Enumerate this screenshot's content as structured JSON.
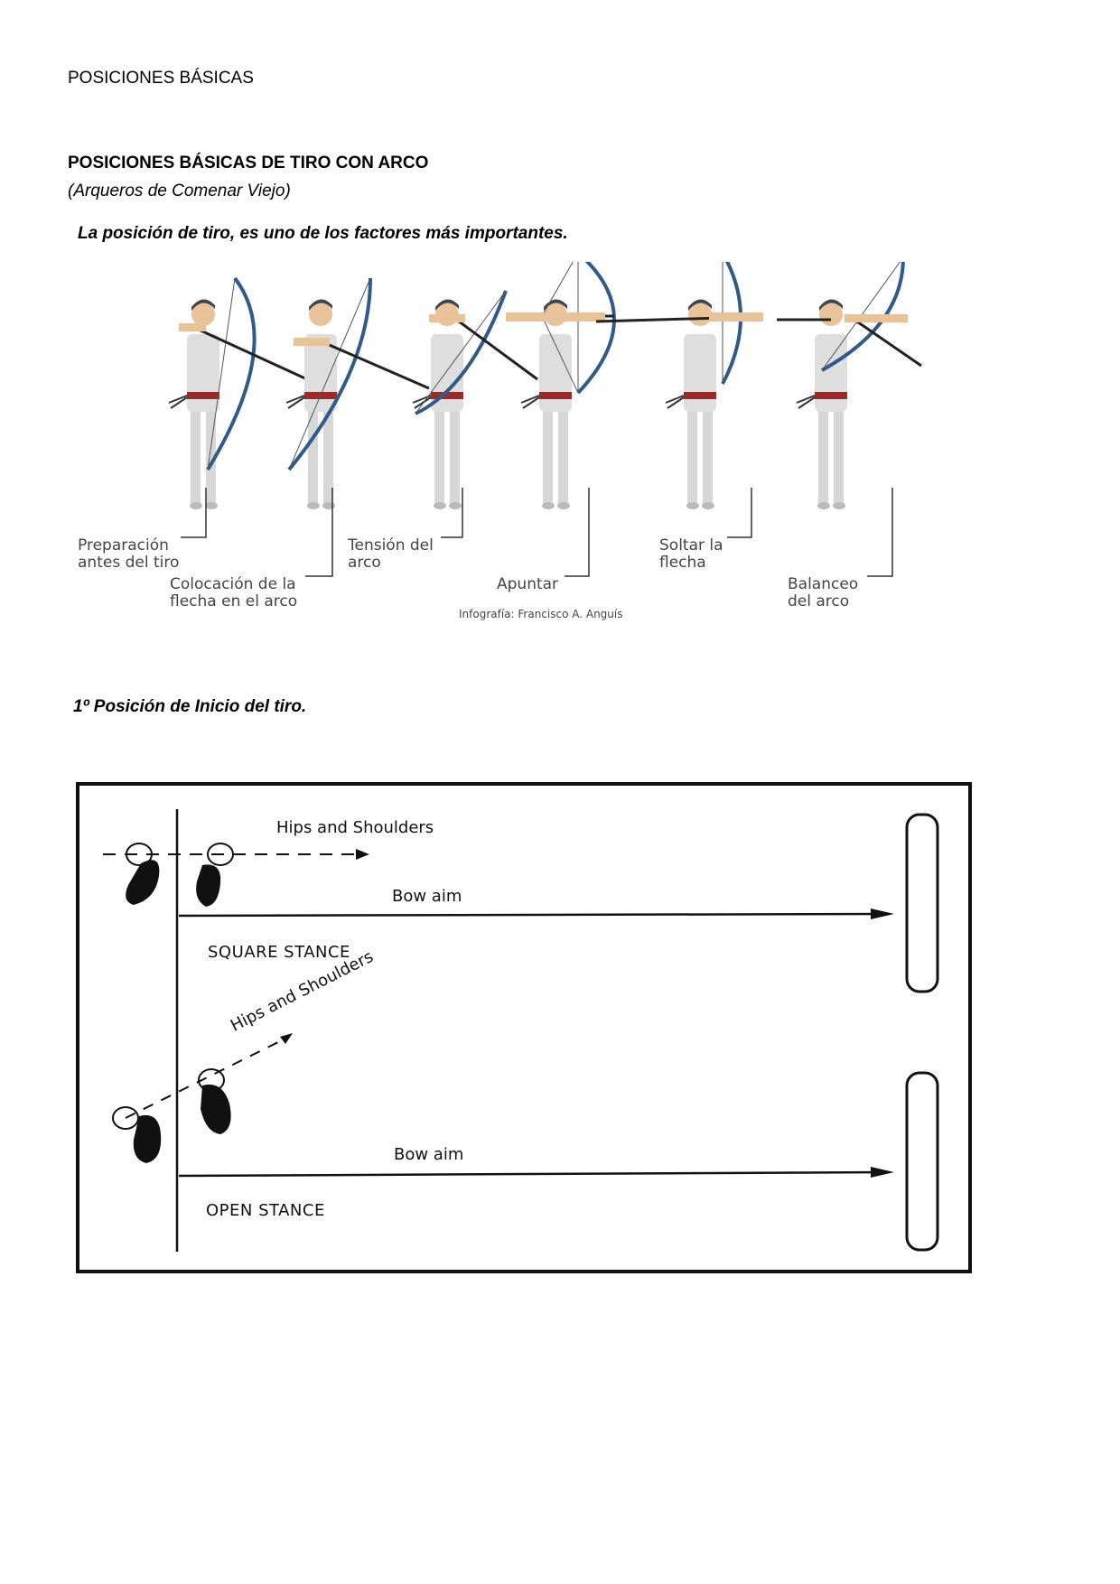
{
  "page": {
    "header": "POSICIONES BÁSICAS",
    "title": "POSICIONES BÁSICAS DE TIRO CON ARCO",
    "subtitle": "(Arqueros de Comenar Viejo)",
    "lead": "La posición de tiro, es uno de los factores más importantes."
  },
  "infographic": {
    "labels": {
      "preparacion": "Preparación\nantes del tiro",
      "colocacion": "Colocación de la\nflecha en el arco",
      "tension": "Tensión del\narco",
      "apuntar": "Apuntar",
      "soltar": "Soltar la\nflecha",
      "balanceo": "Balanceo\ndel arco"
    },
    "credit": "Infografía: Francisco A. Anguís",
    "colors": {
      "bow": "#2f5a8a",
      "figure": "#d7d7d7",
      "skin": "#e8c39a",
      "belt": "#9a2b2b"
    }
  },
  "section": {
    "title": "1º Posición de Inicio del tiro."
  },
  "stance_diagram": {
    "square": {
      "hips_label": "Hips and Shoulders",
      "aim_label": "Bow aim",
      "name": "SQUARE STANCE"
    },
    "open": {
      "hips_label": "Hips and Shoulders",
      "aim_label": "Bow aim",
      "name": "OPEN STANCE"
    }
  }
}
